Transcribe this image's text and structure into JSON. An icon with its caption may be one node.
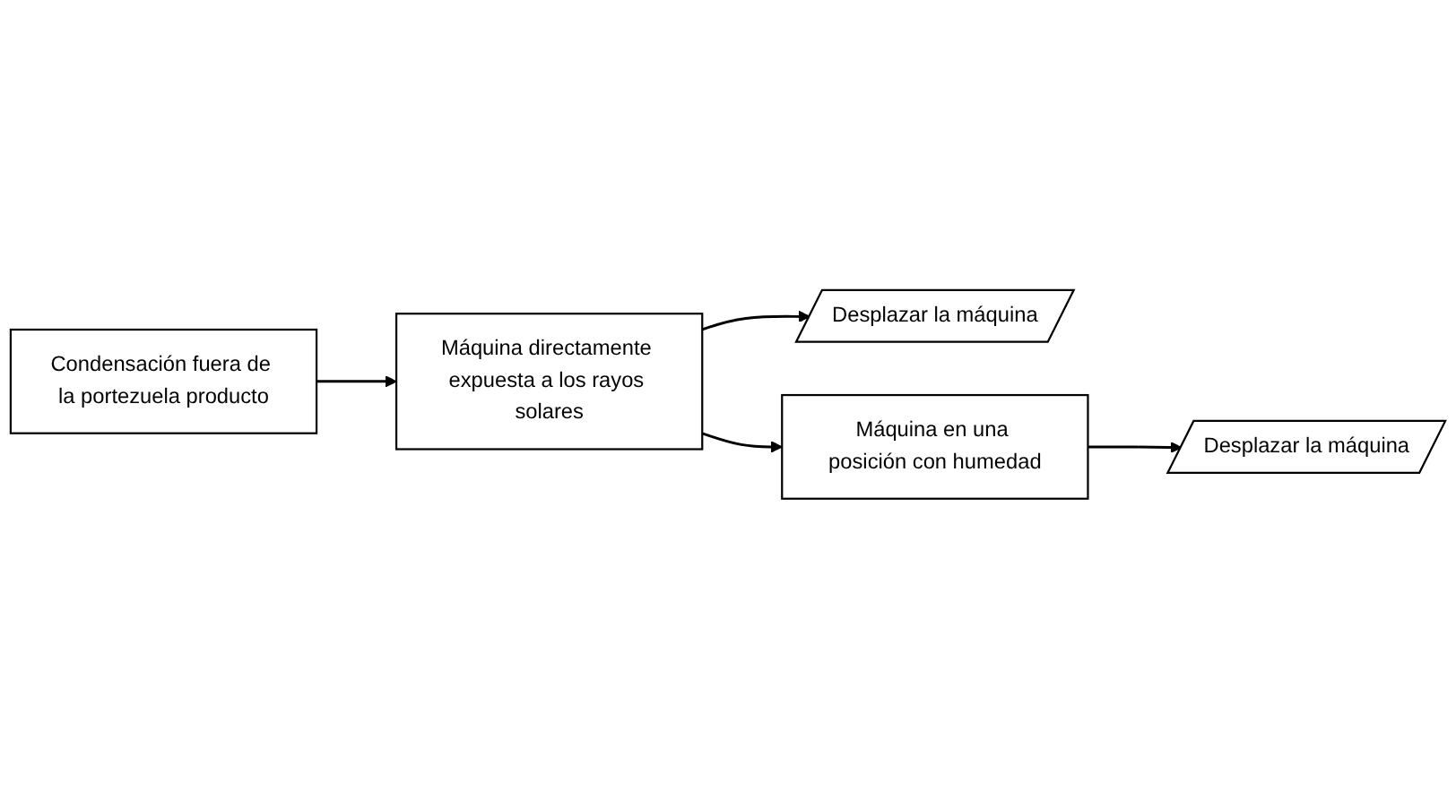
{
  "diagram": {
    "nodes": [
      {
        "text": [
          "Condensación fuera de la portezuela producto"
        ]
      },
      {
        "text": [
          "Máquina directamente expuesta a los rayos solares"
        ]
      },
      {
        "text": [
          "Desplazar la máquina"
        ]
      },
      {
        "text": [
          "Máquina en una posición con humedad"
        ]
      },
      {
        "text": [
          "Desplazar la máquina"
        ]
      }
    ],
    "edges": [
      {
        "from": 0,
        "to": 1,
        "arrow": "to"
      },
      {
        "from": 1,
        "to": 2,
        "arrow": "to"
      },
      {
        "from": 1,
        "to": 3,
        "arrow": "to"
      },
      {
        "from": 3,
        "to": 4,
        "arrow": "to"
      }
    ]
  }
}
